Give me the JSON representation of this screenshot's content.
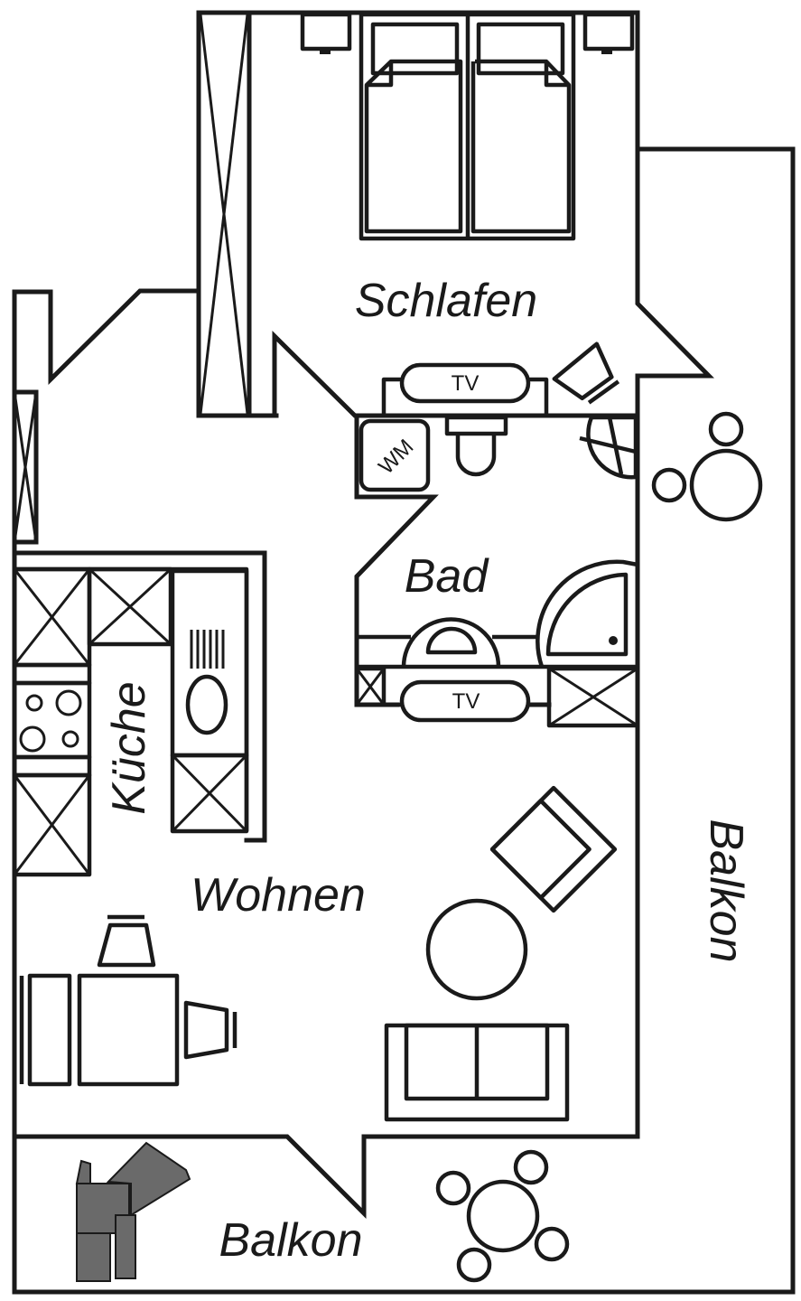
{
  "plan": {
    "type": "apartment-floor-plan",
    "stroke_color": "#1a1a1a",
    "background_color": "#ffffff",
    "rooms": {
      "schlafen": "Schlafen",
      "bad": "Bad",
      "kueche": "Küche",
      "wohnen": "Wohnen",
      "balkon_side": "Balkon",
      "balkon_bottom": "Balkon"
    },
    "fixtures": {
      "tv_bedroom": "TV",
      "tv_living": "TV",
      "washing_machine": "WM"
    }
  }
}
